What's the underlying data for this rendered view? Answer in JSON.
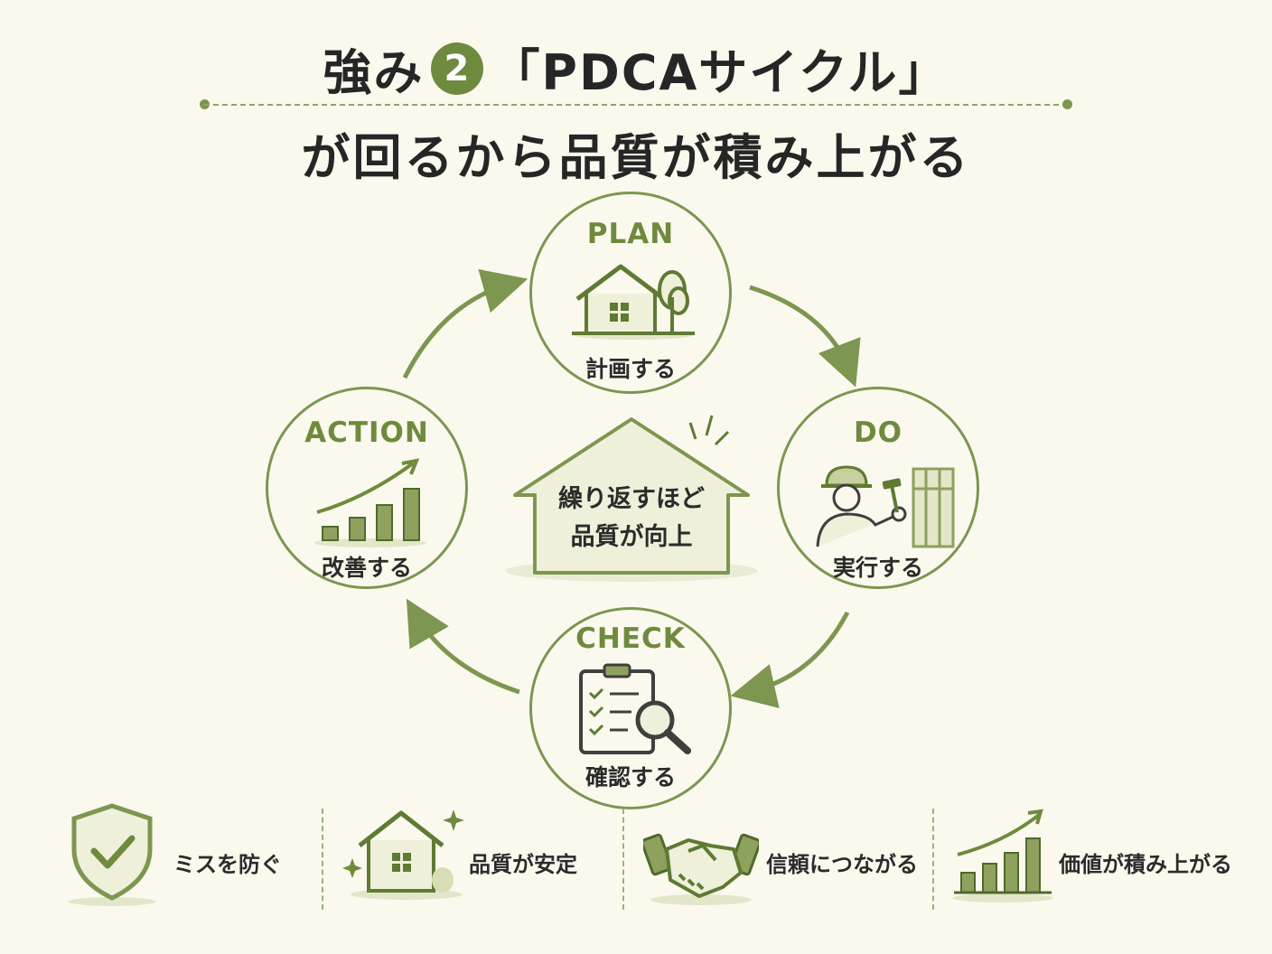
{
  "title": {
    "prefix": "強み",
    "badge": "2",
    "suffix": "「PDCAサイクル」",
    "line2": "が回るから品質が積み上がる"
  },
  "cycle": {
    "plan": {
      "title": "PLAN",
      "label": "計画する",
      "icon": "house-with-tree-icon"
    },
    "do": {
      "title": "DO",
      "label": "実行する",
      "icon": "worker-with-hammer-icon"
    },
    "check": {
      "title": "CHECK",
      "label": "確認する",
      "icon": "clipboard-magnifier-icon"
    },
    "action": {
      "title": "ACTION",
      "label": "改善する",
      "icon": "growth-bar-chart-icon"
    }
  },
  "center": {
    "line1": "繰り返すほど",
    "line2": "品質が向上",
    "icon": "house-icon"
  },
  "features": [
    {
      "label": "ミスを防ぐ",
      "icon": "shield-check-icon"
    },
    {
      "label": "品質が安定",
      "icon": "sparkle-house-icon"
    },
    {
      "label": "信頼につながる",
      "icon": "handshake-icon"
    },
    {
      "label": "価値が積み上がる",
      "icon": "rising-bars-icon"
    }
  ],
  "colors": {
    "accent": "#6f8a3d",
    "line": "#7d9650",
    "fill_light": "#eef0da",
    "background": "#fbf9ee"
  }
}
